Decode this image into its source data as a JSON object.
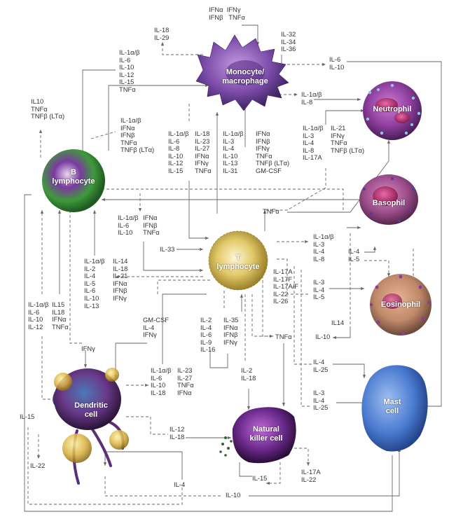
{
  "colors": {
    "line": "#666666",
    "monocyte": "#7a4ba8",
    "neutrophil": "#8e3f9e",
    "b_cell": "#3f9a3c",
    "basophil": "#9c4e8c",
    "t_cell": "#d8bd58",
    "eosinophil": "#c08a6a",
    "dendritic": "#6a3a8a",
    "nk": "#6a2a8a",
    "mast": "#4a7ad0"
  },
  "cells": {
    "monocyte": "Monocyte/\nmacrophage",
    "neutrophil": "Neutrophil",
    "b_lymphocyte": "B\nlymphocyte",
    "basophil": "Basophil",
    "t_lymphocyte": "T\nlymphocyte",
    "eosinophil": "Eosinophil",
    "dendritic": "Dendritic\ncell",
    "nk": "Natural\nkiller cell",
    "mast": "Mast\ncell"
  },
  "labels": {
    "ifn_top": "IFNα  IFNγ\nIFNβ   TNFα",
    "il18_29": "IL-18\nIL-29",
    "il32": "IL-32\nIL-34\nIL-36",
    "mono_out_left": "IL-1α/β\nIL-6\nIL-10\nIL-12\nIL-15\nTNFα",
    "il6_10": "IL-6\nIL-10",
    "il1_8": "IL-1α/β\nIL-8",
    "il10_tnf_left": "IL10\nTNFα\nTNFβ (LTα)",
    "b_out_top": "IL-1α/β\nIFNα\nIFNβ\nTNFα\nTNFβ (LTα)",
    "mono_to_t_a": "IL-1α/β\nIL-6\nIL-8\nIL-10\nIL-12\nIL-15",
    "mono_to_t_b": "IL-18\nIL-23\nIL-27\nIFNα\nIFNγ\nTNFα",
    "t_to_mono_a": "IL-1α/β\nIL-3\nIL-4\nIL-10\nIL-13\nIL-31",
    "t_to_mono_b": "IFNα\nIFNβ\nIFNγ\nTNFα\nTNFβ (LTα)\nGM-CSF",
    "to_neut_a": "IL-1α/β\nIL-3\nIL-4\nIL-8\nIL-17A",
    "to_neut_b": "IL-21\nIFNγ\nTNFα\nTNFβ (LTα)",
    "b_to_t_a": "IL-1α/β\nIL-6\nIL-10",
    "b_to_t_b": "IFNα\nIFNβ\nTNFα",
    "tnfa_mid": "TNFα",
    "il33": "IL-33",
    "t_to_baso": "IL-1α/β\nIL-3\nIL-4\nIL-8",
    "il4_5": "IL-4\nIL-5",
    "t_to_b_a": "IL-1α/β\nIL-2\nIL-4\nIL-5\nIL-6\nIL-10\nIL-13",
    "t_to_b_b": "IL-14\nIL-18\nIL-21\nIFNα\nIFNβ\nIFNγ",
    "il17": "IL-17A\nIL-17F\nIL-17A/F\nIL-22\nIL-26",
    "il3_4_5": "IL-3\nIL-4\nIL-5",
    "il14": "IL14",
    "il10_right": "IL-10",
    "gmcsf": "GM-CSF\nIL-4\nIFNγ",
    "t_to_dc": "IL-2\nIL-4\nIL-6\nIL-9\nIL-16",
    "dc_to_t": "IL-35\nIFNα\nIFNβ\nIFNγ",
    "tnfa_low": "TNFα",
    "left_col_a": "IL-1α/β\nIL-6\nIL-10\nIL-12",
    "left_col_b": "IL15\nIL18\nIFNα\nTNFα",
    "ifng_left": "IFNγ",
    "dc_out_a": "IL-1α/β\nIL-6\nIL-10\nIL-18",
    "dc_out_b": "IL-23\nIL-27\nTNFα\nIFNα",
    "il2_18": "IL-2\nIL-18",
    "il4_25": "IL-4\nIL-25",
    "il3_4_25": "IL-3\nIL-4\nIL-25",
    "il15_left": "IL-15",
    "il12_18": "IL-12\nIL-18",
    "il22_left": "IL-22",
    "il4_bottom": "IL-4",
    "il15_nk": "IL-15",
    "il17a_22": "IL-17A\nIL-22",
    "il10_bottom": "IL-10"
  }
}
